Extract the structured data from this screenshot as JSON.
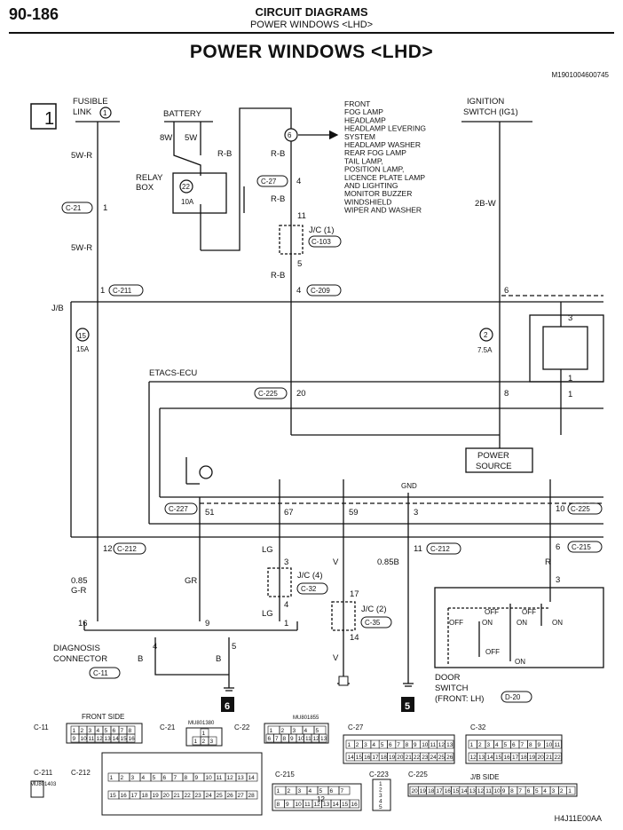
{
  "header": {
    "page_number": "90-186",
    "title_line1": "CIRCUIT DIAGRAMS",
    "title_line2": "POWER WINDOWS <LHD>"
  },
  "title": "POWER WINDOWS <LHD>",
  "doc_code": "M1901004600745",
  "sheet_number": "1",
  "fusible_link": {
    "label1": "FUSIBLE",
    "label2": "LINK",
    "num": "1",
    "wire": "5W-R"
  },
  "battery": {
    "label": "BATTERY",
    "wire_left": "8W",
    "wire_right": "5W",
    "wire_out": "R-B"
  },
  "relay_box": {
    "label1": "RELAY",
    "label2": "BOX",
    "fuse_num": "22",
    "fuse_rating": "10A"
  },
  "junction6": {
    "num": "6",
    "targets": [
      "FRONT",
      "FOG LAMP",
      "HEADLAMP",
      "HEADLAMP LEVERING",
      "SYSTEM",
      "HEADLAMP WASHER",
      "REAR FOG LAMP",
      "TAIL LAMP,",
      "POSITION LAMP,",
      "LICENCE PLATE LAMP",
      "AND LIGHTING",
      "MONITOR BUZZER",
      "WINDSHIELD",
      "WIPER AND WASHER"
    ]
  },
  "rb_wire": "R-B",
  "conn": {
    "c21": "C-21",
    "c27": "C-27",
    "c103": "C-103",
    "c211": "C-211",
    "c209": "C-209",
    "c225": "C-225",
    "c227": "C-227",
    "c212": "C-212",
    "c215": "C-215",
    "c32": "C-32",
    "c35": "C-35",
    "c11": "C-11",
    "d20": "D-20",
    "c22": "C-22",
    "c223": "C-223"
  },
  "pins": {
    "c21_1": "1",
    "c27_4": "4",
    "jc1_11": "11",
    "jc1_5": "5",
    "c211_1": "1",
    "c209_4": "4",
    "ig_6": "6",
    "c225_20": "20",
    "c225_8": "8",
    "relay_3": "3",
    "relay_1a": "1",
    "relay_1b": "1",
    "c227_51": "51",
    "p67": "67",
    "p59": "59",
    "p3": "3",
    "p10": "10",
    "c212_12": "12",
    "c212_11": "11",
    "c215_6": "6",
    "jc4_3": "3",
    "jc4_4": "4",
    "jc2_17": "17",
    "jc2_14": "14",
    "dc_16": "16",
    "dc_9": "9",
    "dc_1": "1",
    "dc_4": "4",
    "dc_5": "5",
    "door_3": "3"
  },
  "jc1": "J/C (1)",
  "jc4": "J/C (4)",
  "jc2": "J/C (2)",
  "ignition": {
    "label1": "IGNITION",
    "label2": "SWITCH (IG1)",
    "wire": "2B-W"
  },
  "jb": "J/B",
  "fuse15": {
    "num": "15",
    "rating": "15A"
  },
  "fuse2": {
    "num": "2",
    "rating": "7.5A"
  },
  "etacs": "ETACS-ECU",
  "power_source": {
    "line1": "POWER",
    "line2": "SOURCE"
  },
  "gnd": "GND",
  "wires": {
    "gr": "GR",
    "lg": "LG",
    "v": "V",
    "b": "B",
    "r": "R",
    "g_r": "G-R",
    "size085": "0.85",
    "size085b": "0.85B"
  },
  "diag": {
    "line1": "DIAGNOSIS",
    "line2": "CONNECTOR"
  },
  "ground6": "6",
  "ground5": "5",
  "door_switch": {
    "line1": "DOOR",
    "line2": "SWITCH",
    "line3": "(FRONT: LH)",
    "off": "OFF",
    "on": "ON"
  },
  "connector_views": {
    "front_side": "FRONT SIDE",
    "jb_side": "J/B SIDE",
    "mu801380": "MU801380",
    "mu801855": "MU801855",
    "mu801403": "MU801403",
    "c11_row1": [
      "1",
      "2",
      "3",
      "4",
      "5",
      "6",
      "7",
      "8"
    ],
    "c11_row2": [
      "9",
      "10",
      "11",
      "12",
      "13",
      "14",
      "15",
      "16"
    ],
    "c21_row1": [
      "1"
    ],
    "c21_row2": [
      "1",
      "2",
      "3"
    ],
    "c22_row1": [
      "1",
      "2",
      "3",
      "4",
      "5"
    ],
    "c22_row2": [
      "6",
      "7",
      "8",
      "9",
      "10",
      "11",
      "12",
      "13"
    ],
    "c27_row1": [
      "1",
      "2",
      "3",
      "4",
      "5",
      "6",
      "7",
      "8",
      "9",
      "10",
      "11",
      "12",
      "13"
    ],
    "c27_row2": [
      "14",
      "15",
      "16",
      "17",
      "18",
      "19",
      "20",
      "21",
      "22",
      "23",
      "24",
      "25",
      "26"
    ],
    "c32_row1": [
      "1",
      "2",
      "3",
      "4",
      "5",
      "6",
      "7",
      "8",
      "9",
      "10",
      "11"
    ],
    "c32_row2": [
      "12",
      "13",
      "14",
      "15",
      "16",
      "17",
      "18",
      "19",
      "20",
      "21",
      "22"
    ],
    "c212_row1": [
      "1",
      "2",
      "3",
      "4",
      "5",
      "6",
      "7",
      "8",
      "9",
      "10",
      "11",
      "12",
      "13",
      "14"
    ],
    "c212_row2": [
      "15",
      "16",
      "17",
      "18",
      "19",
      "20",
      "21",
      "22",
      "23",
      "24",
      "25",
      "26",
      "27",
      "28"
    ],
    "c215_row1": [
      "1",
      "2",
      "3",
      "4",
      "5",
      "6",
      "7"
    ],
    "c215_row2": [
      "8",
      "9",
      "10",
      "11",
      "12",
      "13",
      "14",
      "15",
      "16"
    ],
    "c215_mid": "12",
    "c223": [
      "1",
      "2",
      "3",
      "4",
      "5"
    ],
    "jb_row": [
      "20",
      "19",
      "18",
      "17",
      "16",
      "15",
      "14",
      "13",
      "12",
      "11",
      "10",
      "9",
      "8",
      "7",
      "6",
      "5",
      "4",
      "3",
      "2",
      "1"
    ]
  },
  "bottom_code": "H4J11E00AA"
}
